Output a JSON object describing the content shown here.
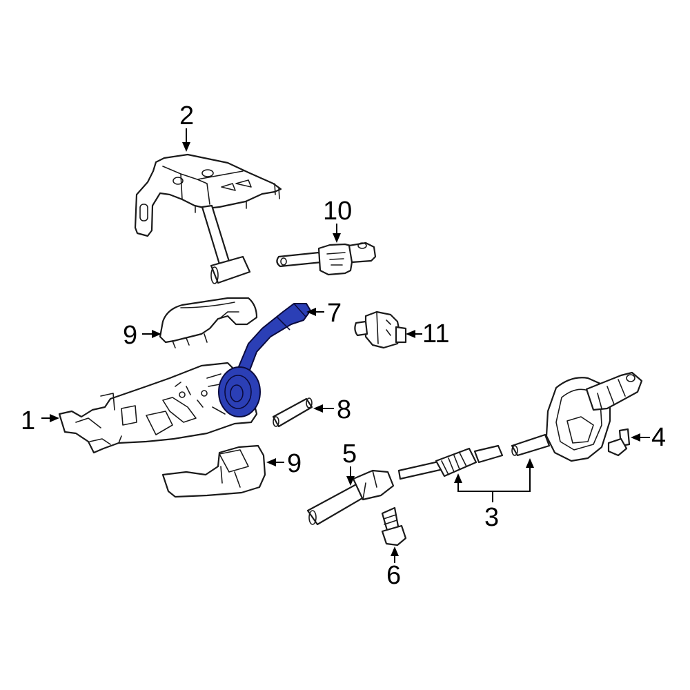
{
  "diagram": {
    "highlight_color": "#2b3fb6",
    "line_color": "#1a1a1a",
    "background": "#ffffff",
    "callouts": [
      {
        "id": "c1",
        "label": "1"
      },
      {
        "id": "c2",
        "label": "2"
      },
      {
        "id": "c3",
        "label": "3"
      },
      {
        "id": "c4",
        "label": "4"
      },
      {
        "id": "c5",
        "label": "5"
      },
      {
        "id": "c6",
        "label": "6"
      },
      {
        "id": "c7",
        "label": "7"
      },
      {
        "id": "c8",
        "label": "8"
      },
      {
        "id": "c9a",
        "label": "9"
      },
      {
        "id": "c9b",
        "label": "9"
      },
      {
        "id": "c10",
        "label": "10"
      },
      {
        "id": "c11",
        "label": "11"
      }
    ]
  }
}
